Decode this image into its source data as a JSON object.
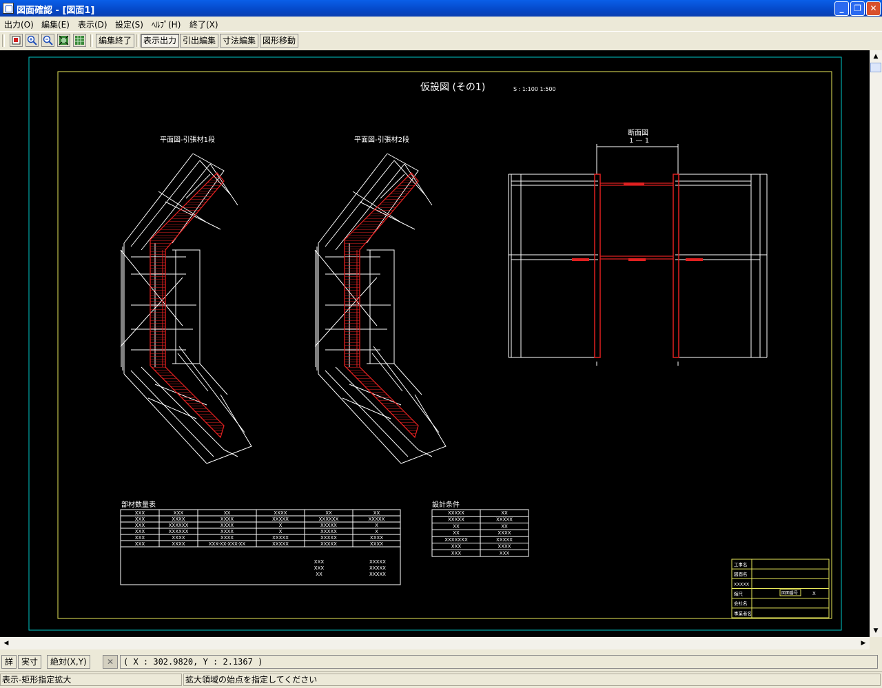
{
  "window": {
    "title": "図面確認 - [図面1]"
  },
  "menu": [
    "出力(O)",
    "編集(E)",
    "表示(D)",
    "設定(S)",
    "ﾍﾙﾌﾟ(H)",
    "終了(X)"
  ],
  "toolbar": {
    "icons": [
      "select-icon",
      "zoom-in-icon",
      "zoom-out-icon",
      "fit-view-icon",
      "grid-view-icon"
    ],
    "buttons": [
      "編集終了",
      "表示出力",
      "引出編集",
      "寸法編集",
      "図形移動"
    ]
  },
  "drawing": {
    "title": "仮設図 (その1)",
    "scale": "S : 1:100  1:500",
    "plan1_label": "平面図-引張材1段",
    "plan2_label": "平面図-引張材2段",
    "section_label": "断面図",
    "section_sub": "1 — 1",
    "table1_title": "部材数量表",
    "table2_title": "設計条件",
    "table1_rows": [
      [
        "XXX",
        "XXX",
        "XX",
        "XXXX",
        "XX",
        "XX"
      ],
      [
        "XXX",
        "XXXX",
        "XXXX",
        "XXXXX",
        "XXXXXX",
        "XXXXX"
      ],
      [
        "XXX",
        "XXXXXX",
        "XXXX",
        "X",
        "XXXXX",
        "X"
      ],
      [
        "XXX",
        "XXXXXX",
        "XXXX",
        "X",
        "XXXXX",
        "X"
      ],
      [
        "XXX",
        "XXXX",
        "XXXX",
        "XXXXX",
        "XXXXX",
        "XXXX"
      ],
      [
        "XXX",
        "XXXX",
        "XXX-XX-XXX-XX",
        "XXXXX",
        "XXXXX",
        "XXXX"
      ]
    ],
    "table1_summary": [
      [
        "XXX",
        "XXXXX"
      ],
      [
        "XXX",
        "XXXXX"
      ],
      [
        "XX",
        "XXXXX"
      ]
    ],
    "table2_rows": [
      [
        "XXXXX",
        "XX"
      ],
      [
        "XXXXX",
        "XXXXX"
      ],
      [
        "XX",
        "XX"
      ],
      [
        "XX",
        "XXXX"
      ],
      [
        "XXXXXXX",
        "XXXXX"
      ],
      [
        "XXX",
        "XXXX"
      ],
      [
        "XXX",
        "XXX"
      ]
    ],
    "titleblock": [
      "工事名",
      "図面名",
      "XXXXX",
      "縮尺",
      "会社名",
      "事業者名"
    ],
    "titleblock_drawing_no_label": "図面番号",
    "titleblock_drawing_no_value": "X"
  },
  "status": {
    "btn_detail": "詳",
    "btn_actual": "実寸",
    "btn_abs": "絶対(X,Y)",
    "coord": "( X : 302.9820, Y : 2.1367 )",
    "mode": "表示-矩形指定拡大",
    "prompt": "拡大領域の始点を指定してください"
  },
  "colors": {
    "drawing_bg": "#000000",
    "outer_border": "#00C8C8",
    "inner_border": "#E8E85A",
    "member_red": "#E02020",
    "line_white": "#FFFFFF"
  }
}
